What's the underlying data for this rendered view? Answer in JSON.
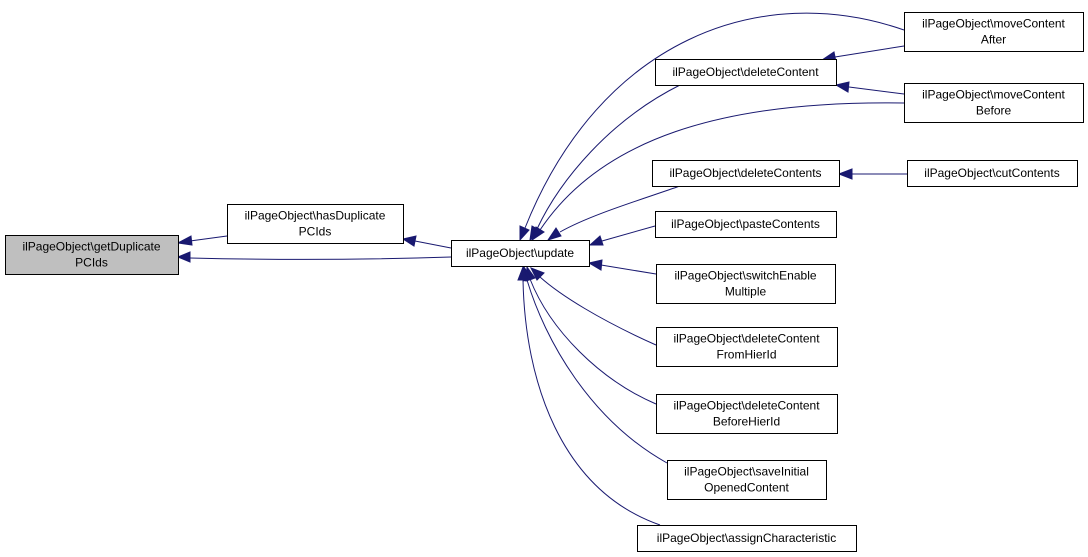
{
  "colors": {
    "edge": "#191970",
    "node_border": "#000000",
    "root_fill": "#bfbfbf",
    "node_fill": "#ffffff"
  },
  "nodes": {
    "getDuplicatePCIds": [
      "ilPageObject\\getDuplicate",
      "PCIds"
    ],
    "hasDuplicatePCIds": [
      "ilPageObject\\hasDuplicate",
      "PCIds"
    ],
    "update": [
      "ilPageObject\\update"
    ],
    "deleteContent": [
      "ilPageObject\\deleteContent"
    ],
    "moveContentAfter": [
      "ilPageObject\\moveContent",
      "After"
    ],
    "moveContentBefore": [
      "ilPageObject\\moveContent",
      "Before"
    ],
    "deleteContents": [
      "ilPageObject\\deleteContents"
    ],
    "cutContents": [
      "ilPageObject\\cutContents"
    ],
    "pasteContents": [
      "ilPageObject\\pasteContents"
    ],
    "switchEnableMultiple": [
      "ilPageObject\\switchEnable",
      "Multiple"
    ],
    "deleteContentFromHierId": [
      "ilPageObject\\deleteContent",
      "FromHierId"
    ],
    "deleteContentBeforeHierId": [
      "ilPageObject\\deleteContent",
      "BeforeHierId"
    ],
    "saveInitialOpenedContent": [
      "ilPageObject\\saveInitial",
      "OpenedContent"
    ],
    "assignCharacteristic": [
      "ilPageObject\\assignCharacteristic"
    ]
  }
}
